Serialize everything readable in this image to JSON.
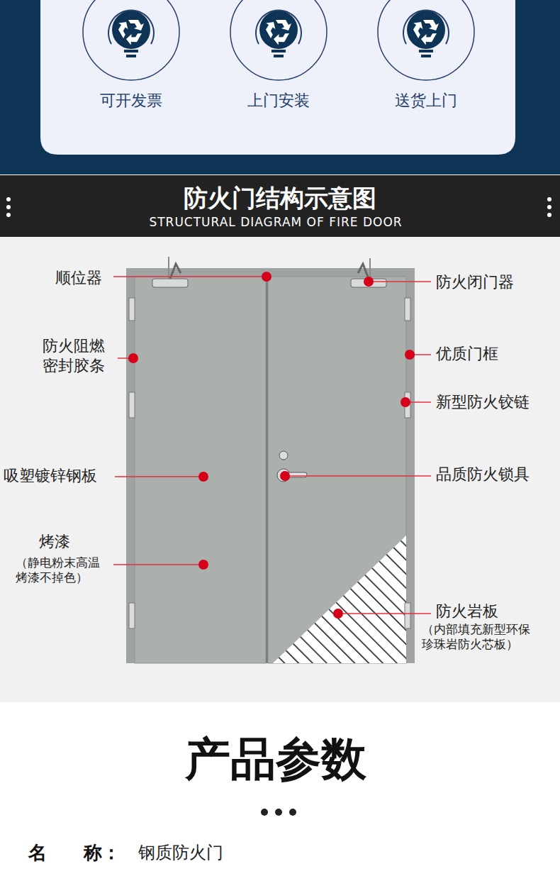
{
  "diagram": {
    "title": "防火门结构示意图",
    "nodes": [
      {
        "text": [
          "可开发票"
        ]
      },
      {
        "text": [
          "上门安装"
        ]
      },
      {
        "text": [
          "送货上门"
        ]
      }
    ],
    "labels": [
      "STRUCTURAL DIAGRAM OF FIRE DOOR",
      "顺位器",
      "防火阻燃 密封胶条",
      "吸塑镀锌钢板",
      "烤漆",
      "（静电粉末高温 烤漆不掉色）",
      "防火闭门器",
      "优质门框",
      "新型防火铰链",
      "品质防火锁具",
      "防火岩板",
      "（内部填充新型环保 珍珠岩防火芯板）",
      "产品参数",
      "名　　称：",
      "钢质防火门"
    ]
  }
}
